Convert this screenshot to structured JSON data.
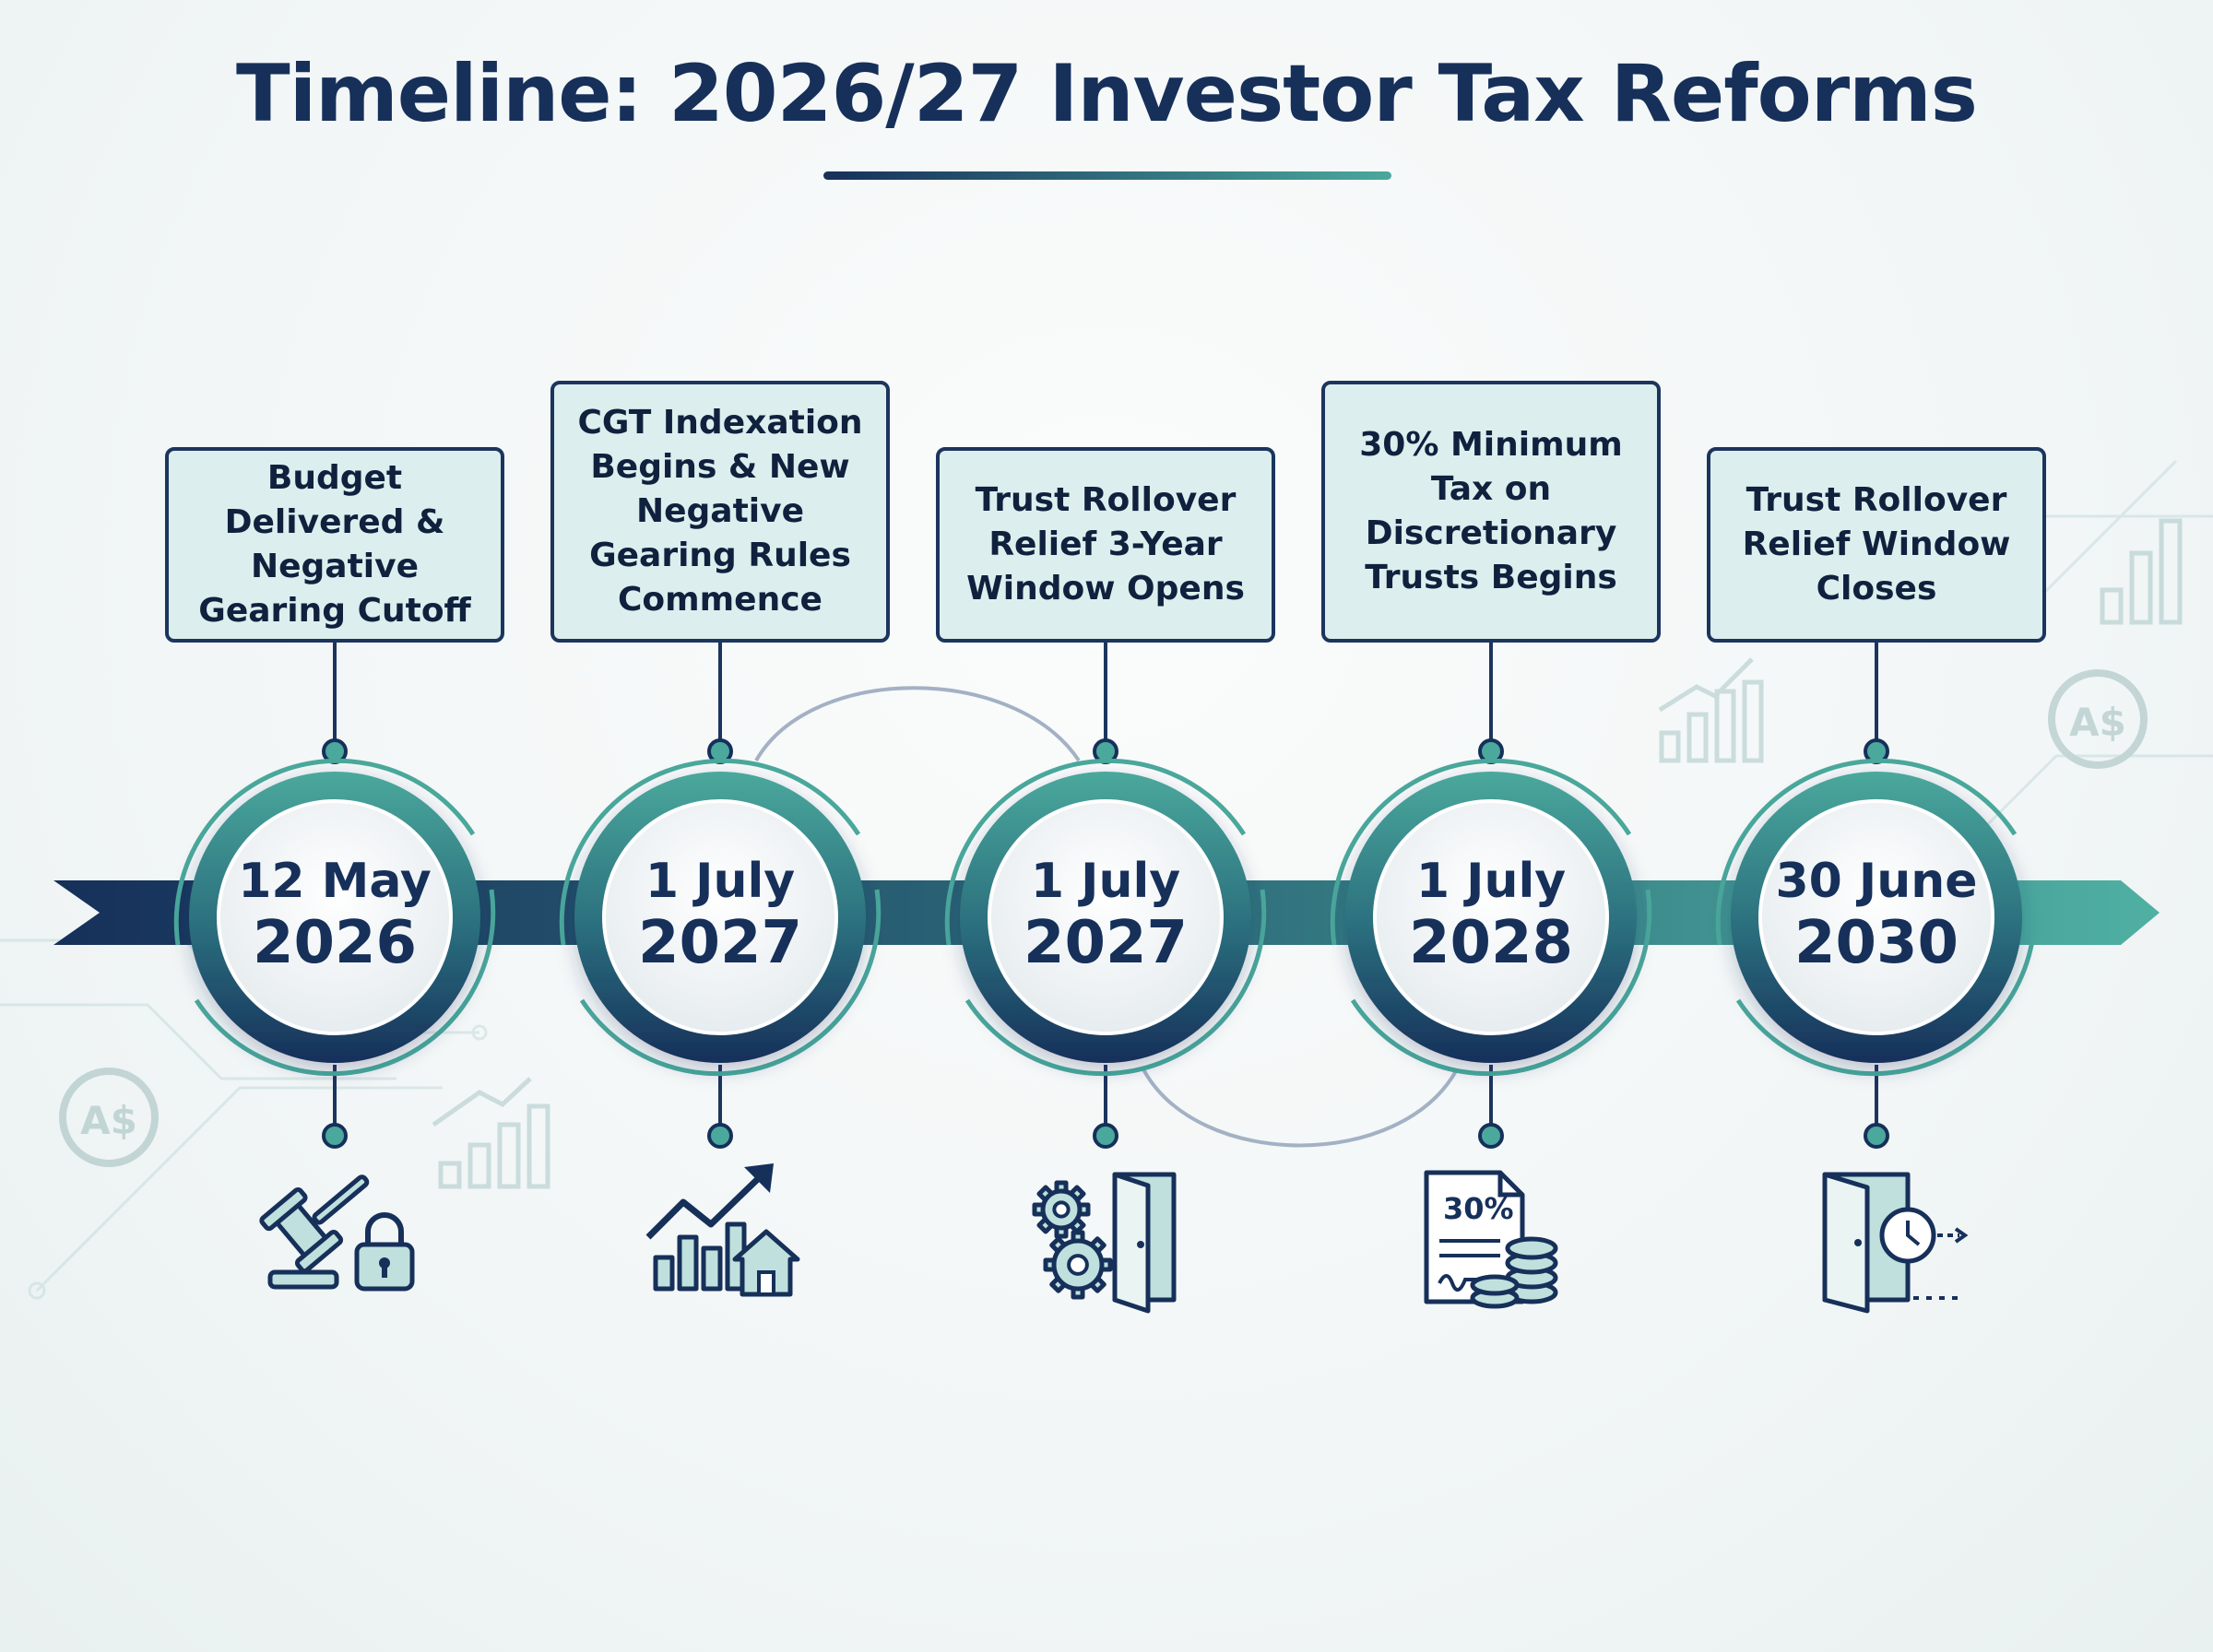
{
  "title": "Timeline: 2026/27 Investor Tax Reforms",
  "colors": {
    "navy": "#16305a",
    "teal": "#3f9e95",
    "box_fill": "#dcefee",
    "box_border": "#1c355e",
    "icon_fill": "#bfe0dd"
  },
  "milestones": [
    {
      "date_line1": "12 May",
      "date_line2": "2026",
      "label": "Budget Delivered & Negative Gearing Cutoff",
      "icon": "gavel-lock-icon"
    },
    {
      "date_line1": "1 July",
      "date_line2": "2027",
      "label": "CGT Indexation Begins & New Negative Gearing Rules Commence",
      "icon": "growth-house-icon"
    },
    {
      "date_line1": "1 July",
      "date_line2": "2027",
      "label": "Trust Rollover Relief 3-Year Window Opens",
      "icon": "gears-door-icon"
    },
    {
      "date_line1": "1 July",
      "date_line2": "2028",
      "label": "30% Minimum Tax on Discretionary Trusts Begins",
      "icon": "tax-document-coins-icon",
      "icon_text": "30%"
    },
    {
      "date_line1": "30 June",
      "date_line2": "2030",
      "label": "Trust Rollover Relief Window Closes",
      "icon": "door-clock-icon"
    }
  ],
  "decor": {
    "currency_symbol": "A$"
  }
}
